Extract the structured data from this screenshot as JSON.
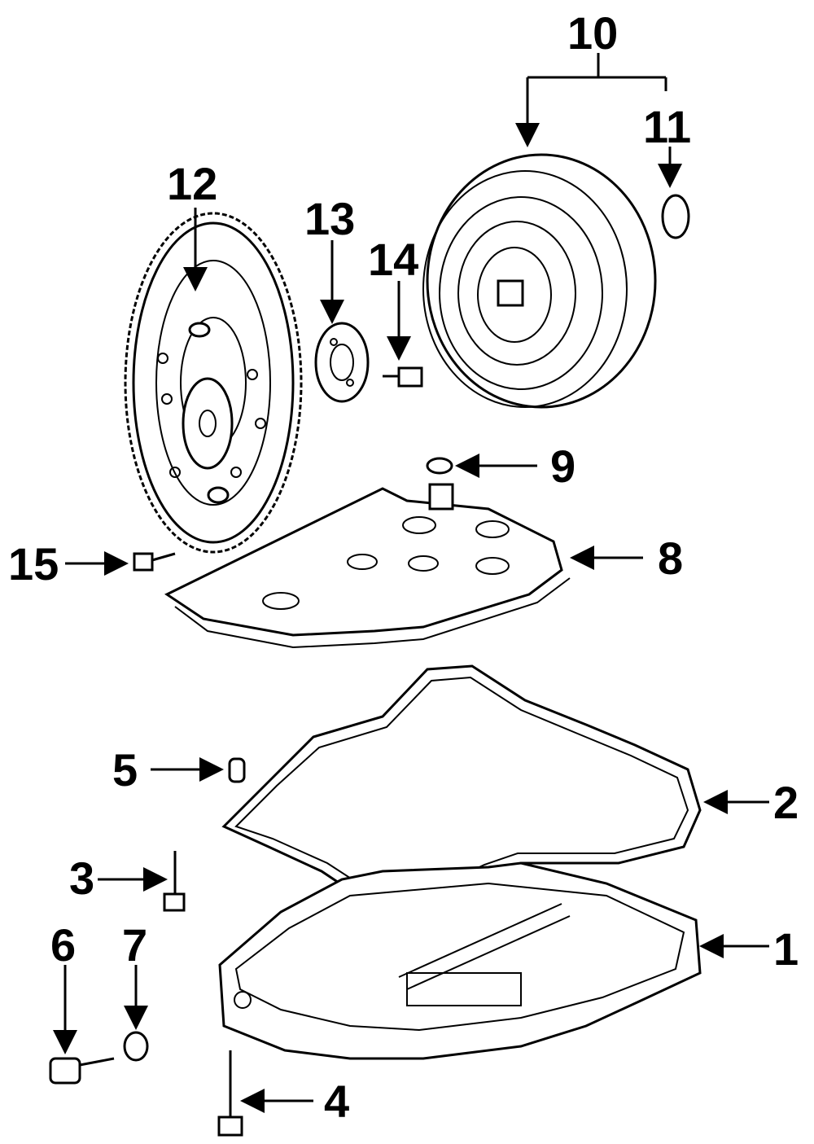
{
  "callouts": {
    "c1": "1",
    "c2": "2",
    "c3": "3",
    "c4": "4",
    "c5": "5",
    "c6": "6",
    "c7": "7",
    "c8": "8",
    "c9": "9",
    "c10": "10",
    "c11": "11",
    "c12": "12",
    "c13": "13",
    "c14": "14",
    "c15": "15"
  },
  "colors": {
    "ink": "#000000",
    "paper": "#ffffff"
  }
}
